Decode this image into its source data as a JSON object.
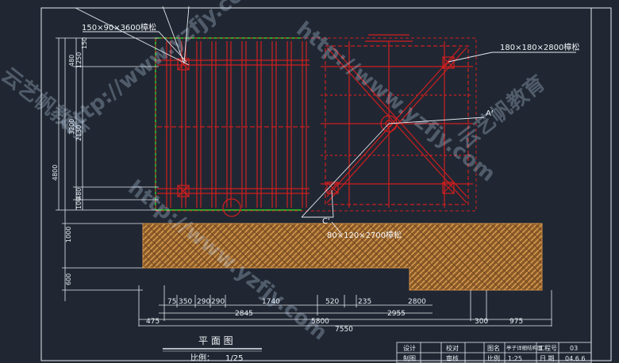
{
  "drawing": {
    "plan_title": "平 面 图",
    "scale_label": "比例：",
    "scale_value": "1/25"
  },
  "labels": {
    "top_beam": "150×90×3600樟松",
    "right_beam": "180×180×2800樟松",
    "lower_beam": "80×120×2700樟松",
    "section_a": "A'",
    "section_c": "C'"
  },
  "dims_bottom_row1": [
    "75",
    "350",
    "290",
    "290",
    "1740",
    "520",
    "235",
    "2800"
  ],
  "dims_bottom_row2": [
    "2845",
    "2955"
  ],
  "dims_bottom_row3": [
    "475",
    "5800",
    "300",
    "975"
  ],
  "dims_bottom_total": "7550",
  "dims_left": [
    "4800",
    "3200",
    "2130",
    "480",
    "1250",
    "150",
    "480",
    "100",
    "1000",
    "600"
  ],
  "title_block": {
    "design": "设计",
    "check": "校对",
    "drawing_name_label": "图名",
    "drawing_name": "亭子详细结构图",
    "project_no_label": "工程号",
    "project_no": "03",
    "draw": "制图",
    "review": "审核",
    "scale_label": "比例",
    "scale": "1:25",
    "date_label": "日 期",
    "date": "04.6.6"
  },
  "watermarks": [
    "http://www.yzfjy.com",
    "云艺帆教育",
    "http://www.yzfjy.com",
    "云艺帆教育",
    "http://www.yzfjy.com"
  ],
  "colors": {
    "background": "#202733",
    "structure_red": "#d01e1e",
    "green_outline": "#2bd42b",
    "pavement_fill": "#b57a38",
    "line_white": "#e6e9ee"
  }
}
